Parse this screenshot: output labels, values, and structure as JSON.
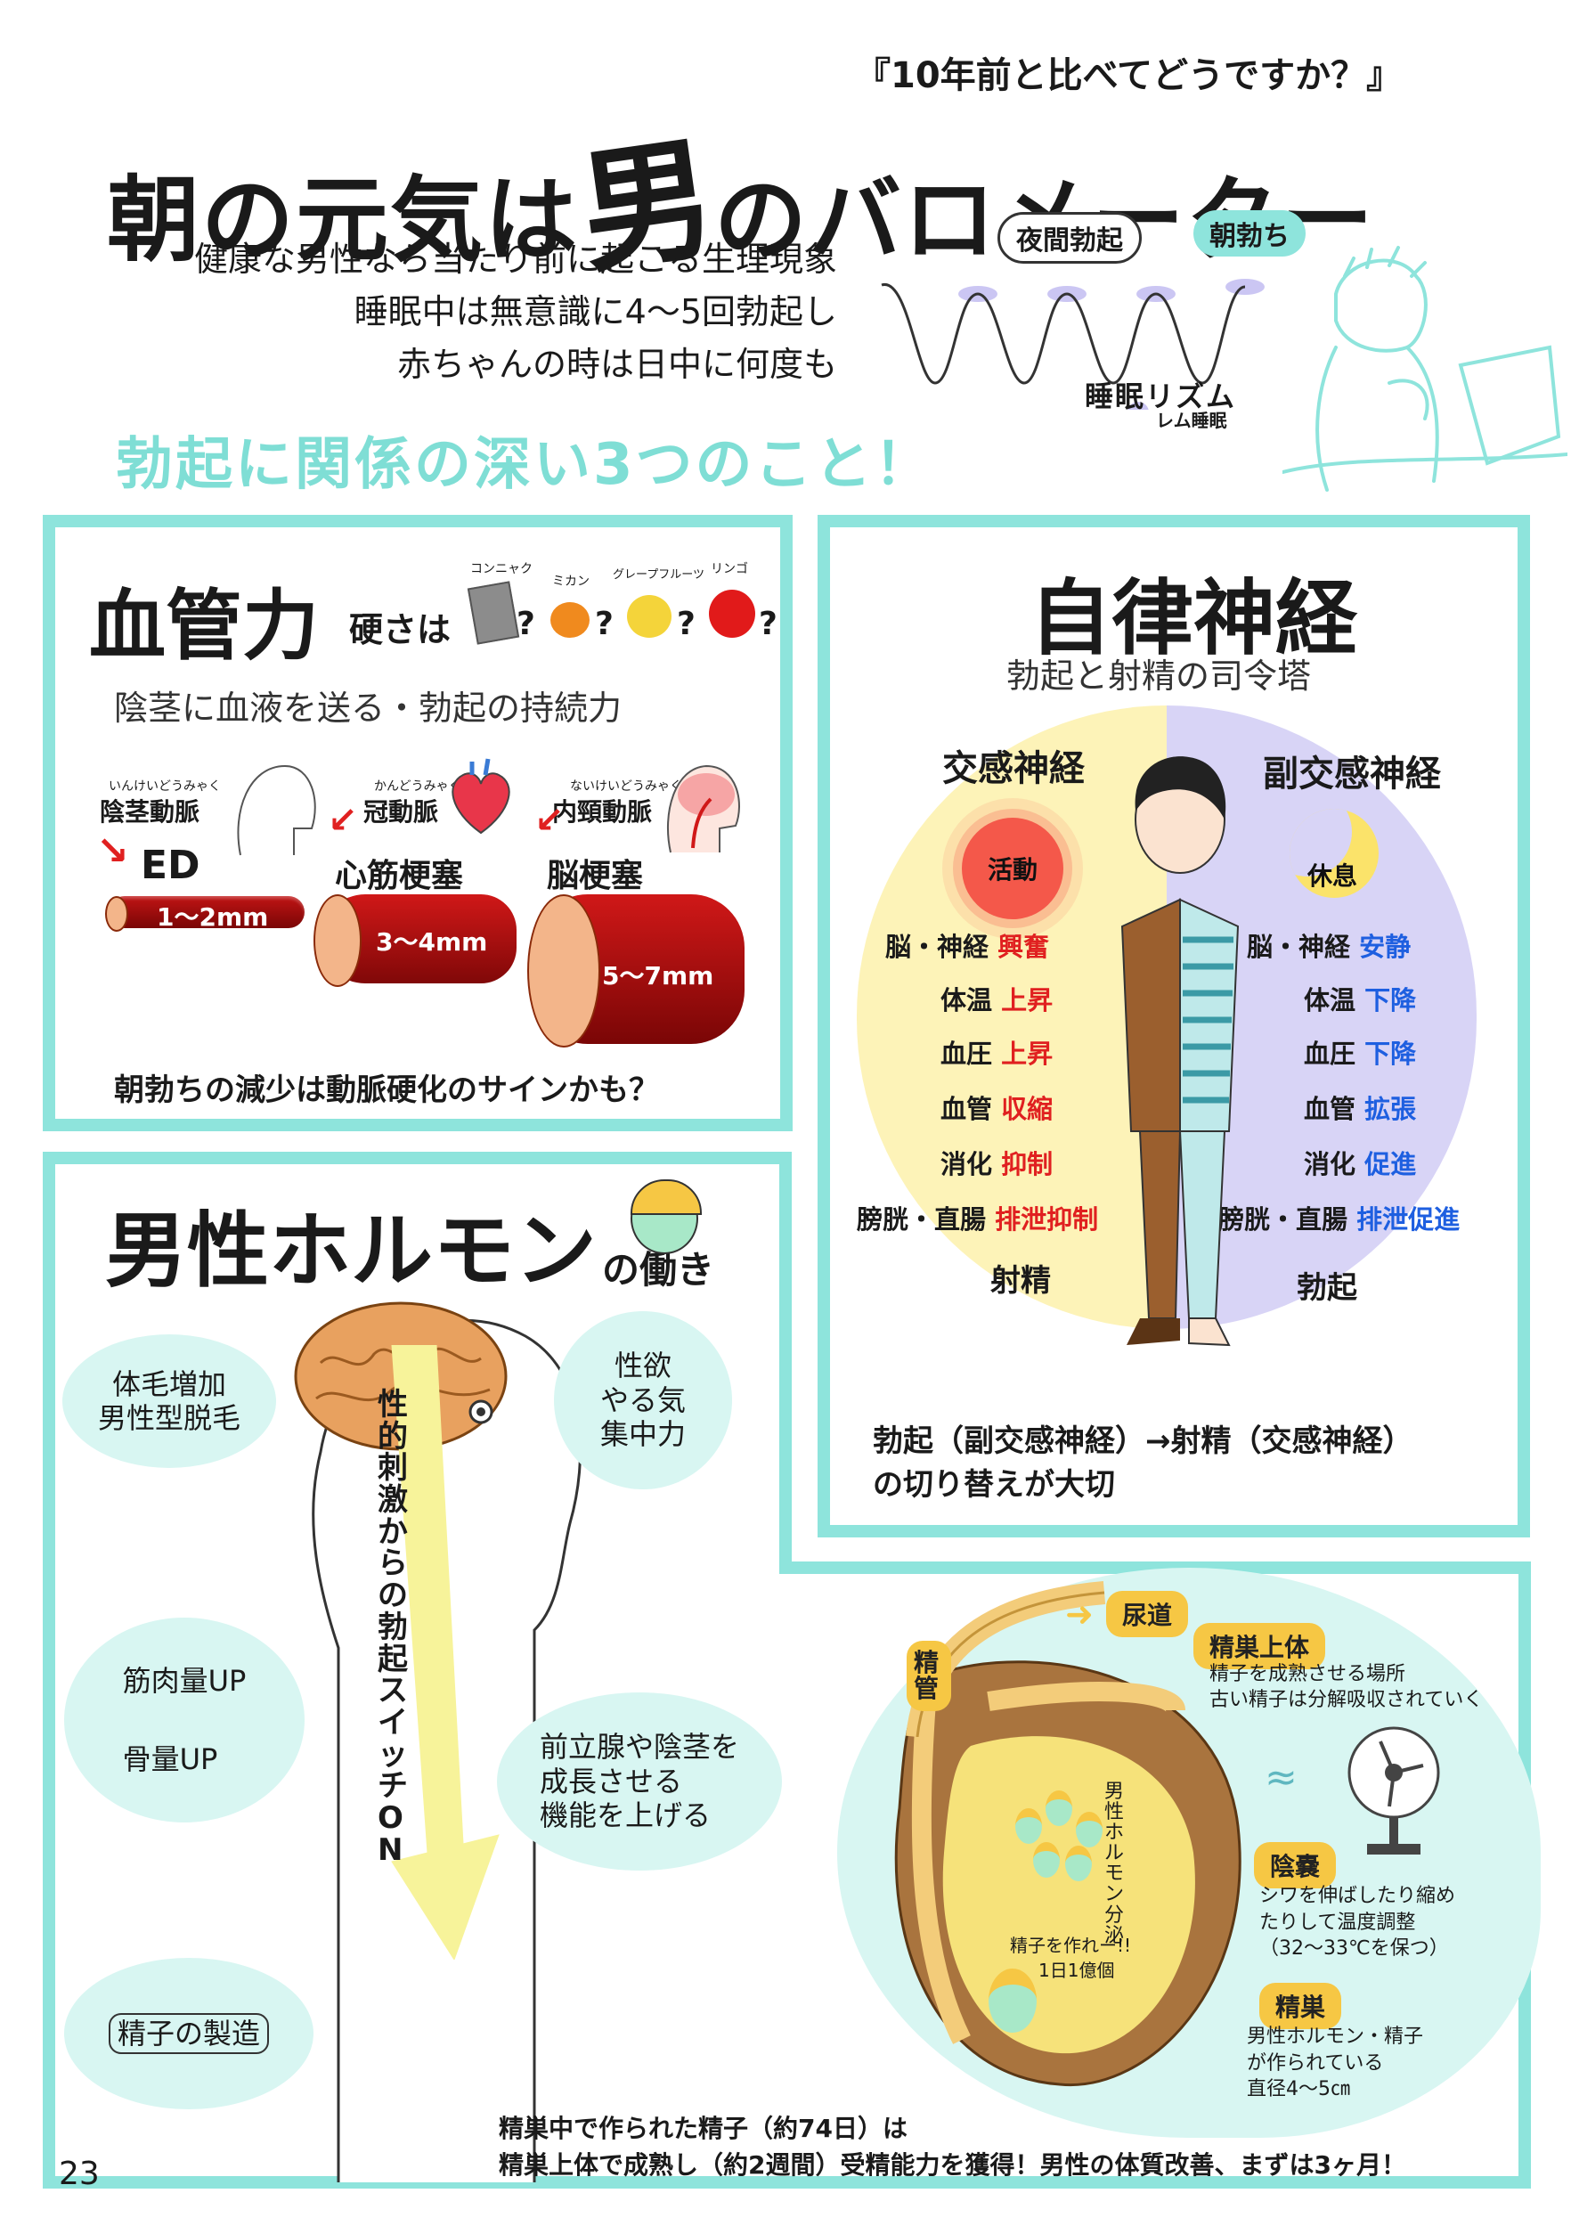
{
  "header": {
    "quote": "『10年前と比べてどうですか？』",
    "title_pre": "朝の元気は",
    "title_kanji": "男",
    "title_post": "のバロメーター",
    "intro_lines": [
      "健康な男性なら当たり前に起こる生理現象",
      "睡眠中は無意識に4〜5回勃起し",
      "赤ちゃんの時は日中に何度も"
    ],
    "sleep_labels": {
      "night": "夜間勃起",
      "morning": "朝勃ち",
      "rhythm": "睡眠リズム",
      "rem": "レム睡眠"
    },
    "subtitle": "勃起に関係の深い3つのこと！"
  },
  "blood": {
    "heading": "血管力",
    "hardness_prefix": "硬さは",
    "hardness_items": [
      {
        "ruby": "コンニャク",
        "q": "?"
      },
      {
        "ruby": "ミカン",
        "q": "?"
      },
      {
        "ruby": "グレープフルーツ",
        "q": "?"
      },
      {
        "ruby": "リンゴ",
        "q": "?"
      }
    ],
    "desc": "陰茎に血液を送る・勃起の持続力",
    "arteries": [
      {
        "ruby": "いんけいどうみゃく",
        "name": "陰茎動脈",
        "disease": "ED",
        "size": "1〜2mm"
      },
      {
        "ruby": "かんどうみゃく",
        "name": "冠動脈",
        "disease": "心筋梗塞",
        "size": "3〜4mm"
      },
      {
        "ruby": "ないけいどうみゃく",
        "name": "内頸動脈",
        "disease": "脳梗塞",
        "size": "5〜7mm"
      }
    ],
    "note": "朝勃ちの減少は動脈硬化のサインかも？"
  },
  "nerve": {
    "heading": "自律神経",
    "sub": "勃起と射精の司令塔",
    "sym": {
      "title": "交感神経",
      "state": "活動",
      "rows": [
        {
          "label": "脳・神経",
          "value": "興奮"
        },
        {
          "label": "体温",
          "value": "上昇"
        },
        {
          "label": "血圧",
          "value": "上昇"
        },
        {
          "label": "血管",
          "value": "収縮"
        },
        {
          "label": "消化",
          "value": "抑制"
        },
        {
          "label": "膀胱・直腸",
          "value": "排泄抑制"
        }
      ],
      "result": "射精"
    },
    "para": {
      "title": "副交感神経",
      "state": "休息",
      "rows": [
        {
          "label": "脳・神経",
          "value": "安静"
        },
        {
          "label": "体温",
          "value": "下降"
        },
        {
          "label": "血圧",
          "value": "下降"
        },
        {
          "label": "血管",
          "value": "拡張"
        },
        {
          "label": "消化",
          "value": "促進"
        },
        {
          "label": "膀胱・直腸",
          "value": "排泄促進"
        }
      ],
      "result": "勃起"
    },
    "note_line1": "勃起（副交感神経）→射精（交感神経）",
    "note_line2": "の切り替えが大切"
  },
  "hormone": {
    "heading": "男性ホルモン",
    "heading_sub": "の働き",
    "hair": [
      "体毛増加",
      "男性型脱毛"
    ],
    "desire": [
      "性欲",
      "やる気",
      "集中力"
    ],
    "switch": "性的刺激からの勃起スイッチON",
    "muscle": [
      "筋肉量UP",
      "骨量UP"
    ],
    "prostate": [
      "前立腺や陰茎を",
      "成長させる",
      "機能を上げる"
    ],
    "sperm": "精子の製造"
  },
  "testis": {
    "urethra": "尿道",
    "duct": "精管",
    "epididymis": {
      "title": "精巣上体",
      "desc": [
        "精子を成熟させる場所",
        "古い精子は分解吸収されていく"
      ]
    },
    "scrotum": {
      "title": "陰嚢",
      "desc": [
        "シワを伸ばしたり縮め",
        "たりして温度調整",
        "（32〜33℃を保つ）"
      ]
    },
    "testis_label": {
      "title": "精巣",
      "desc": [
        "男性ホルモン・精子",
        "が作られている",
        "直径4〜5㎝"
      ]
    },
    "inner_vertical": "男性ホルモン分泌",
    "inner_note1": "精子を作れー!!",
    "inner_note2": "1日1億個"
  },
  "footer": {
    "line1": "精巣中で作られた精子（約74日）は",
    "line2": "精巣上体で成熟し（約2週間）受精能力を獲得！男性の体質改善、まずは3ヶ月！",
    "page": "23"
  }
}
